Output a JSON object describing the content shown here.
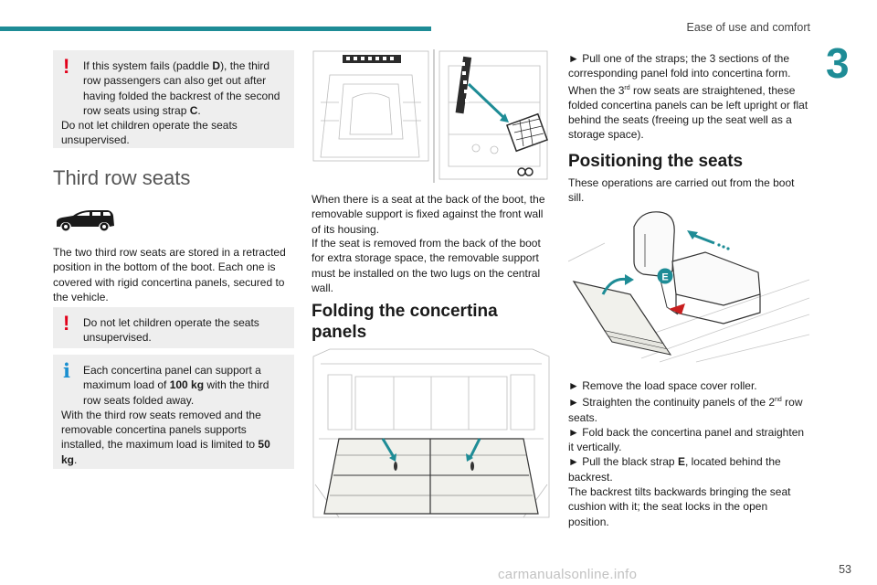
{
  "header": {
    "section_title": "Ease of use and comfort",
    "chapter_number": "3",
    "page_number": "53"
  },
  "watermark": "carmanualsonline.info",
  "column1": {
    "warning_box_1": {
      "icon": "warning-icon",
      "line1": "If this system fails (paddle ",
      "paddle_ref": "D",
      "line1_tail": "), the third row passengers can also get out after having folded the backrest of the second row seats using strap ",
      "strap_ref": "C",
      "strap_tail": ".",
      "line2": "Do not let children operate the seats unsupervised."
    },
    "heading": "Third row seats",
    "vehicle_icon": "estate-car-icon",
    "paragraph": "The two third row seats are stored in a retracted position in the bottom of the boot. Each one is covered with rigid concertina panels, secured to the vehicle.",
    "warning_box_2": {
      "icon": "warning-icon",
      "text": "Do not let children operate the seats unsupervised."
    },
    "info_box": {
      "icon": "info-icon",
      "part1": "Each concertina panel can support a maximum load of ",
      "load1": "100 kg",
      "part2": " with the third row seats folded away.",
      "part3": "With the third row seats removed and the removable concertina panels supports installed, the maximum load is limited to ",
      "load2": "50 kg",
      "part4": "."
    }
  },
  "column2": {
    "figure_1": "removable-support-illustration",
    "paragraph_1": "When there is a seat at the back of the boot, the removable support is fixed against the front wall of its housing.",
    "paragraph_2": "If the seat is removed from the back of the boot for extra storage space, the removable support must be installed on the two lugs on the central wall.",
    "heading": "Folding the concertina panels",
    "figure_2": "boot-floor-concertina-panels-illustration"
  },
  "column3": {
    "step_1_a": "► Pull one of the straps; the 3 sections of the corresponding panel fold into concertina form. When the 3",
    "step_1_sup": "rd",
    "step_1_b": " row seats are straightened, these folded concertina panels can be left upright or flat behind the seats (freeing up the seat well as a storage space).",
    "heading": "Positioning the seats",
    "intro": "These operations are carried out from the boot sill.",
    "figure_label": "E",
    "steps": {
      "s1": "► Remove the load space cover roller.",
      "s2a": "► Straighten the continuity panels of the 2",
      "s2sup": "nd",
      "s2b": " row seats.",
      "s3": "► Fold back the concertina panel and straighten it vertically.",
      "s4a": "► Pull the black strap ",
      "s4ref": "E",
      "s4b": ", located behind the backrest.",
      "s5": "The backrest tilts backwards bringing the seat cushion with it; the seat locks in the open position."
    }
  },
  "colors": {
    "accent": "#1e8c96",
    "warning": "#e2001a",
    "info": "#1a8fd0",
    "box_bg": "#eeeeee"
  }
}
